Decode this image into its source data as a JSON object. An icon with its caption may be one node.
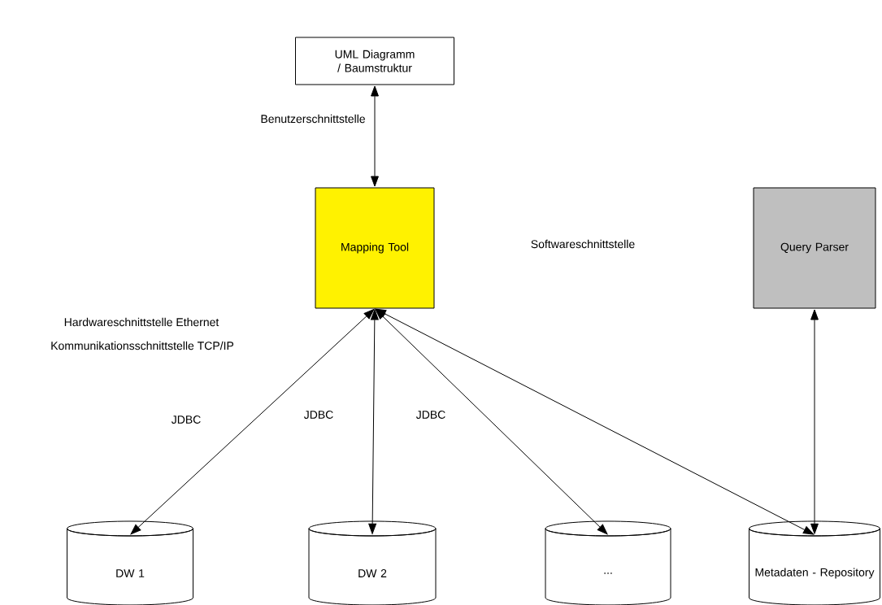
{
  "diagram": {
    "nodes": [
      {
        "text": [
          "UML Diagramm / Baumstruktur"
        ]
      },
      {
        "text": [
          "Mapping Tool"
        ]
      },
      {
        "text": [
          "Query Parser"
        ]
      },
      {
        "text": [
          "DW 1"
        ]
      },
      {
        "text": [
          "DW 2"
        ]
      },
      {
        "text": [
          "..."
        ]
      },
      {
        "text": [
          "Metadaten - Repository"
        ]
      }
    ],
    "edges": [
      {
        "from": 0,
        "to": 1,
        "arrow": "both",
        "label": "Benutzerschnittstelle"
      },
      {
        "from": 1,
        "to": 3,
        "arrow": "both",
        "label": "JDBC"
      },
      {
        "from": 1,
        "to": 4,
        "arrow": "both",
        "label": "JDBC"
      },
      {
        "from": 1,
        "to": 5,
        "arrow": "both",
        "label": "JDBC"
      },
      {
        "from": 1,
        "to": 6,
        "arrow": "both"
      },
      {
        "from": 2,
        "to": 6,
        "arrow": "both"
      }
    ],
    "labels": [
      "Softwareschnittstelle",
      "Hardwareschnittstelle Ethernet",
      "Kommunikationsschnittstelle TCP/IP"
    ]
  }
}
